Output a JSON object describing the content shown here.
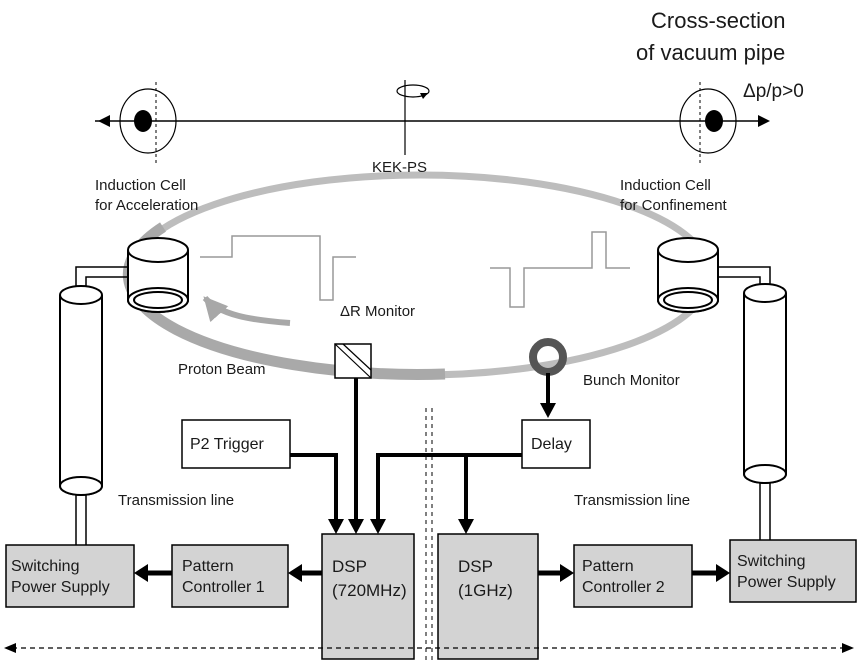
{
  "diagram": {
    "header": {
      "cross_section_line1": "Cross-section",
      "cross_section_line2": "of vacuum pipe",
      "momentum": "Δp/p>0"
    },
    "ring": {
      "name": "KEK-PS",
      "proton_beam": "Proton Beam",
      "dr_monitor": "ΔR Monitor",
      "bunch_monitor": "Bunch Monitor"
    },
    "cells": {
      "acceleration_line1": "Induction Cell",
      "acceleration_line2": "for Acceleration",
      "confinement_line1": "Induction Cell",
      "confinement_line2": "for Confinement"
    },
    "transmission": {
      "left": "Transmission line",
      "right": "Transmission line"
    },
    "boxes": {
      "p2_trigger": "P2 Trigger",
      "delay": "Delay",
      "dsp_left_line1": "DSP",
      "dsp_left_line2": "(720MHz)",
      "dsp_right_line1": "DSP",
      "dsp_right_line2": "(1GHz)",
      "pattern1_line1": "Pattern",
      "pattern1_line2": "Controller 1",
      "pattern2_line1": "Pattern",
      "pattern2_line2": "Controller 2",
      "sps_left_line1": "Switching",
      "sps_left_line2": "Power Supply",
      "sps_right_line1": "Switching",
      "sps_right_line2": "Power Supply"
    }
  }
}
